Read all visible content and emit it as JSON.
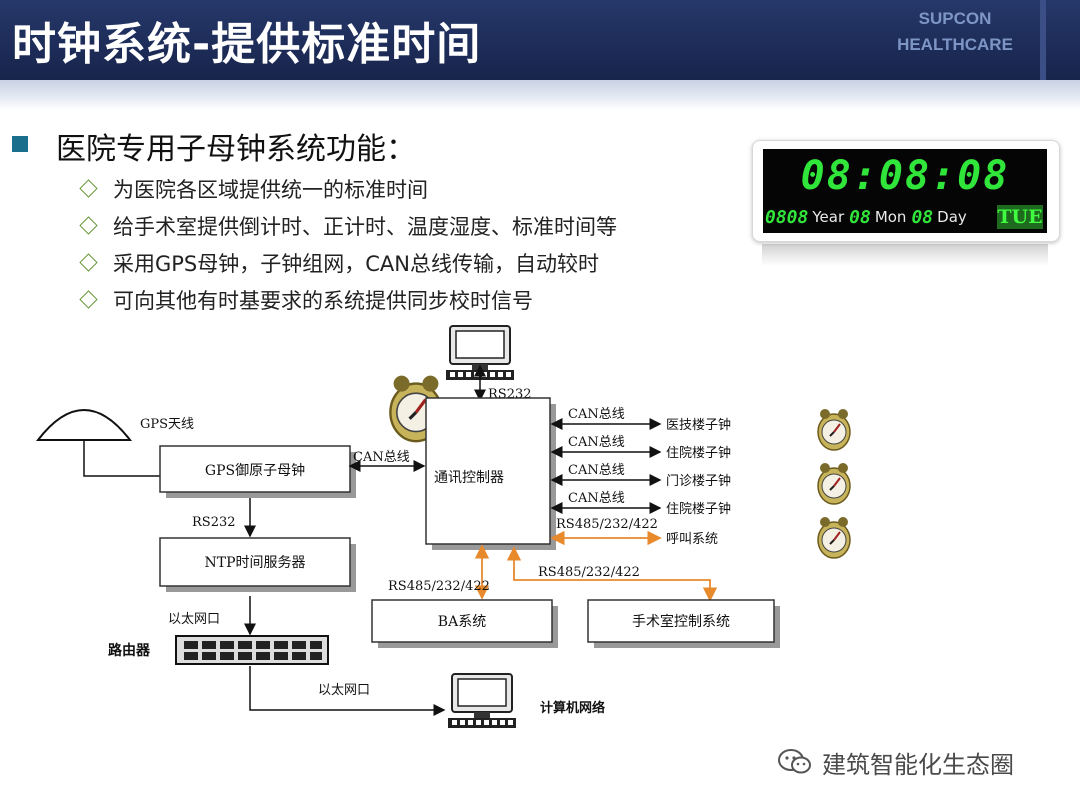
{
  "header": {
    "title": "时钟系统-提供标准时间",
    "logo_line1": "SUPCON",
    "logo_line2": "HEALTHCARE"
  },
  "content": {
    "heading": "医院专用子母钟系统功能：",
    "items": [
      "为医院各区域提供统一的标准时间",
      "给手术室提供倒计时、正计时、温度湿度、标准时间等",
      "采用GPS母钟，子钟组网，CAN总线传输，自动较时",
      "可向其他有时基要求的系统提供同步校时信号"
    ]
  },
  "clock_display": {
    "time": "08:08:08",
    "year_value": "0808",
    "year_label": "Year",
    "month_value": "08",
    "month_label": "Mon",
    "day_value": "08",
    "day_label": "Day",
    "weekday": "TUE"
  },
  "diagram": {
    "gps_antenna": "GPS天线",
    "gps_clock": "GPS御原子母钟",
    "rs232_a": "RS232",
    "ntp_server": "NTP时间服务器",
    "ethernet_a": "以太网口",
    "router": "路由器",
    "ethernet_b": "以太网口",
    "computer_network": "计算机网络",
    "can_bus_main": "CAN总线",
    "rs232_b": "RS232",
    "controller": "通讯控制器",
    "can_bus_labels": [
      "CAN总线",
      "CAN总线",
      "CAN总线",
      "CAN总线"
    ],
    "slave_clocks": [
      "医技楼子钟",
      "住院楼子钟",
      "门诊楼子钟",
      "住院楼子钟"
    ],
    "rs485_call": "RS485/232/422",
    "call_system": "呼叫系统",
    "rs485_ba": "RS485/232/422",
    "rs485_or": "RS485/232/422",
    "ba_system": "BA系统",
    "or_control": "手术室控制系统"
  },
  "watermark": {
    "text": "建筑智能化生态圈"
  },
  "colors": {
    "header_bg": "#1d2c58",
    "bullet": "#1a6f8d",
    "diamond": "#6a9a3c",
    "led_green": "#31e63a",
    "orange_line": "#e8892c"
  }
}
